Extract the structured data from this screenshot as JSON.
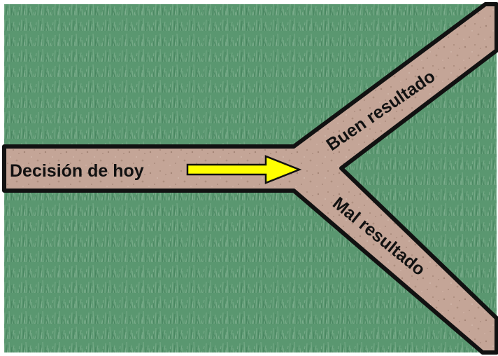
{
  "labels": {
    "today": "Decisión de hoy",
    "good": "Buen resultado",
    "bad": "Mal resultado"
  },
  "colors": {
    "grass": "#5f9a73",
    "grass_light": "#a9c9b0",
    "path": "#c4a597",
    "path_dark": "#9a7a6c",
    "outline": "#111111",
    "arrow": "#ffff00",
    "frame": "#ffffff"
  }
}
